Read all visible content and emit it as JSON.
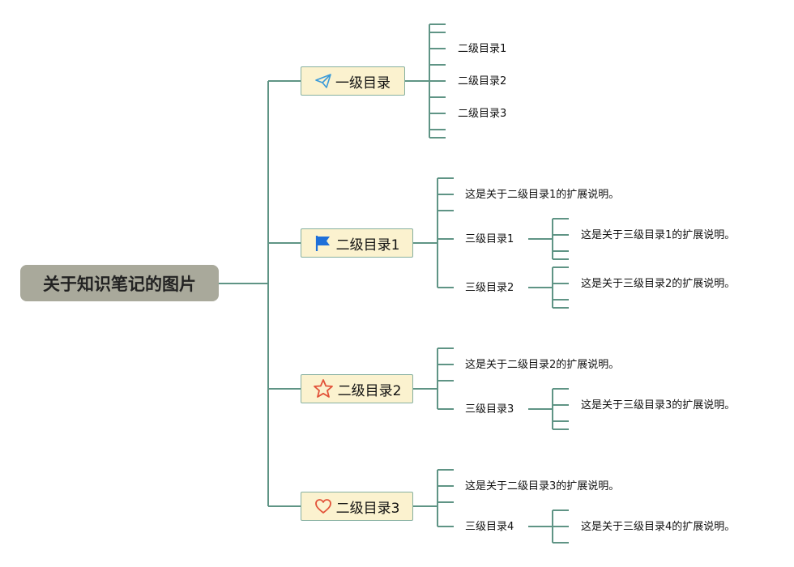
{
  "root": {
    "label": "关于知识笔记的图片"
  },
  "branches": [
    {
      "label": "一级目录",
      "icon": "paper-plane-icon",
      "items": [
        "二级目录1",
        "二级目录2",
        "二级目录3"
      ]
    },
    {
      "label": "二级目录1",
      "icon": "flag-icon",
      "note": "这是关于二级目录1的扩展说明。",
      "subs": [
        {
          "label": "三级目录1",
          "note": "这是关于三级目录1的扩展说明。"
        },
        {
          "label": "三级目录2",
          "note": "这是关于三级目录2的扩展说明。"
        }
      ]
    },
    {
      "label": "二级目录2",
      "icon": "star-icon",
      "note": "这是关于二级目录2的扩展说明。",
      "subs": [
        {
          "label": "三级目录3",
          "note": "这是关于三级目录3的扩展说明。"
        }
      ]
    },
    {
      "label": "二级目录3",
      "icon": "heart-icon",
      "note": "这是关于二级目录3的扩展说明。",
      "subs": [
        {
          "label": "三级目录4",
          "note": "这是关于三级目录4的扩展说明。"
        }
      ]
    }
  ],
  "colors": {
    "line": "#5f9485",
    "root_bg": "#a9a99b",
    "node_bg": "#fbf2cf",
    "node_border": "#86b0a0",
    "flag": "#1e6fd9",
    "plane": "#3a9ad9",
    "star": "#e2533a",
    "heart": "#e2533a"
  }
}
